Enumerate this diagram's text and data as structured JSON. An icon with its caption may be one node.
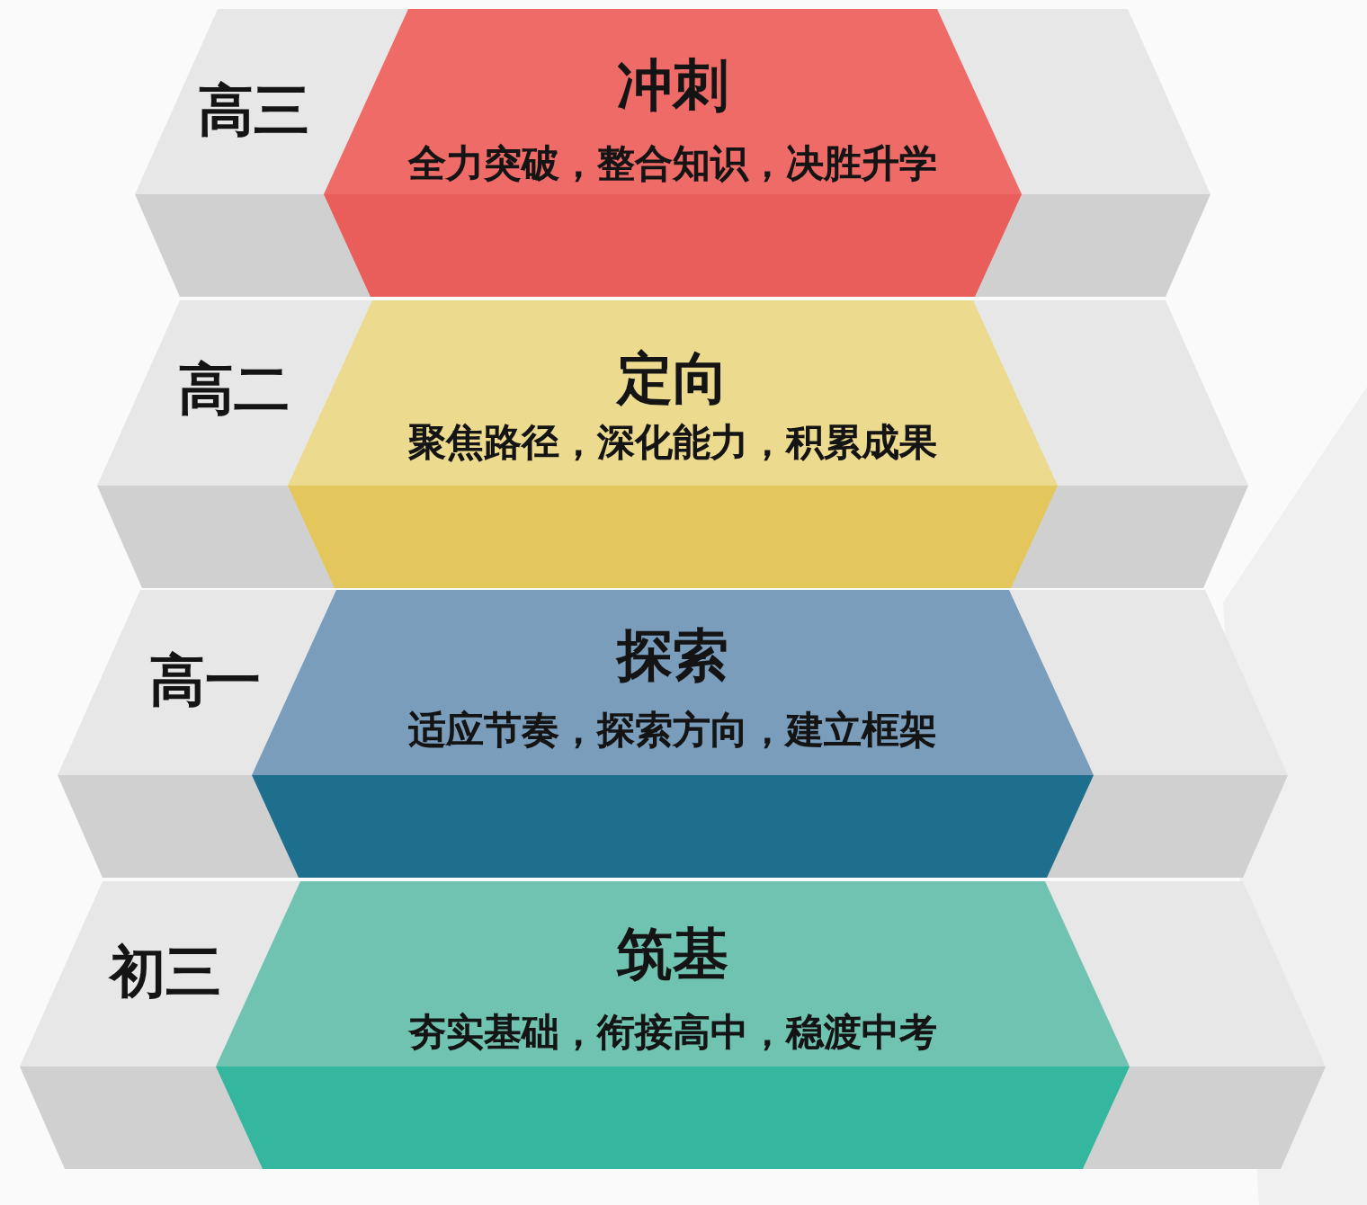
{
  "diagram": {
    "nodes": [
      {
        "text": [
          "高三"
        ]
      },
      {
        "text": [
          "冲刺",
          "全力突破，整合知识，决胜升学"
        ],
        "in": 0
      },
      {
        "text": [
          "高二"
        ]
      },
      {
        "text": [
          "定向",
          "聚焦路径，深化能力，积累成果"
        ],
        "in": 2
      },
      {
        "text": [
          "高一"
        ]
      },
      {
        "text": [
          "探索",
          "适应节奏，探索方向，建立框架"
        ],
        "in": 4
      },
      {
        "text": [
          "初三"
        ]
      },
      {
        "text": [
          "筑基",
          "夯实基础，衔接高中，稳渡中考"
        ],
        "in": 6
      }
    ]
  }
}
